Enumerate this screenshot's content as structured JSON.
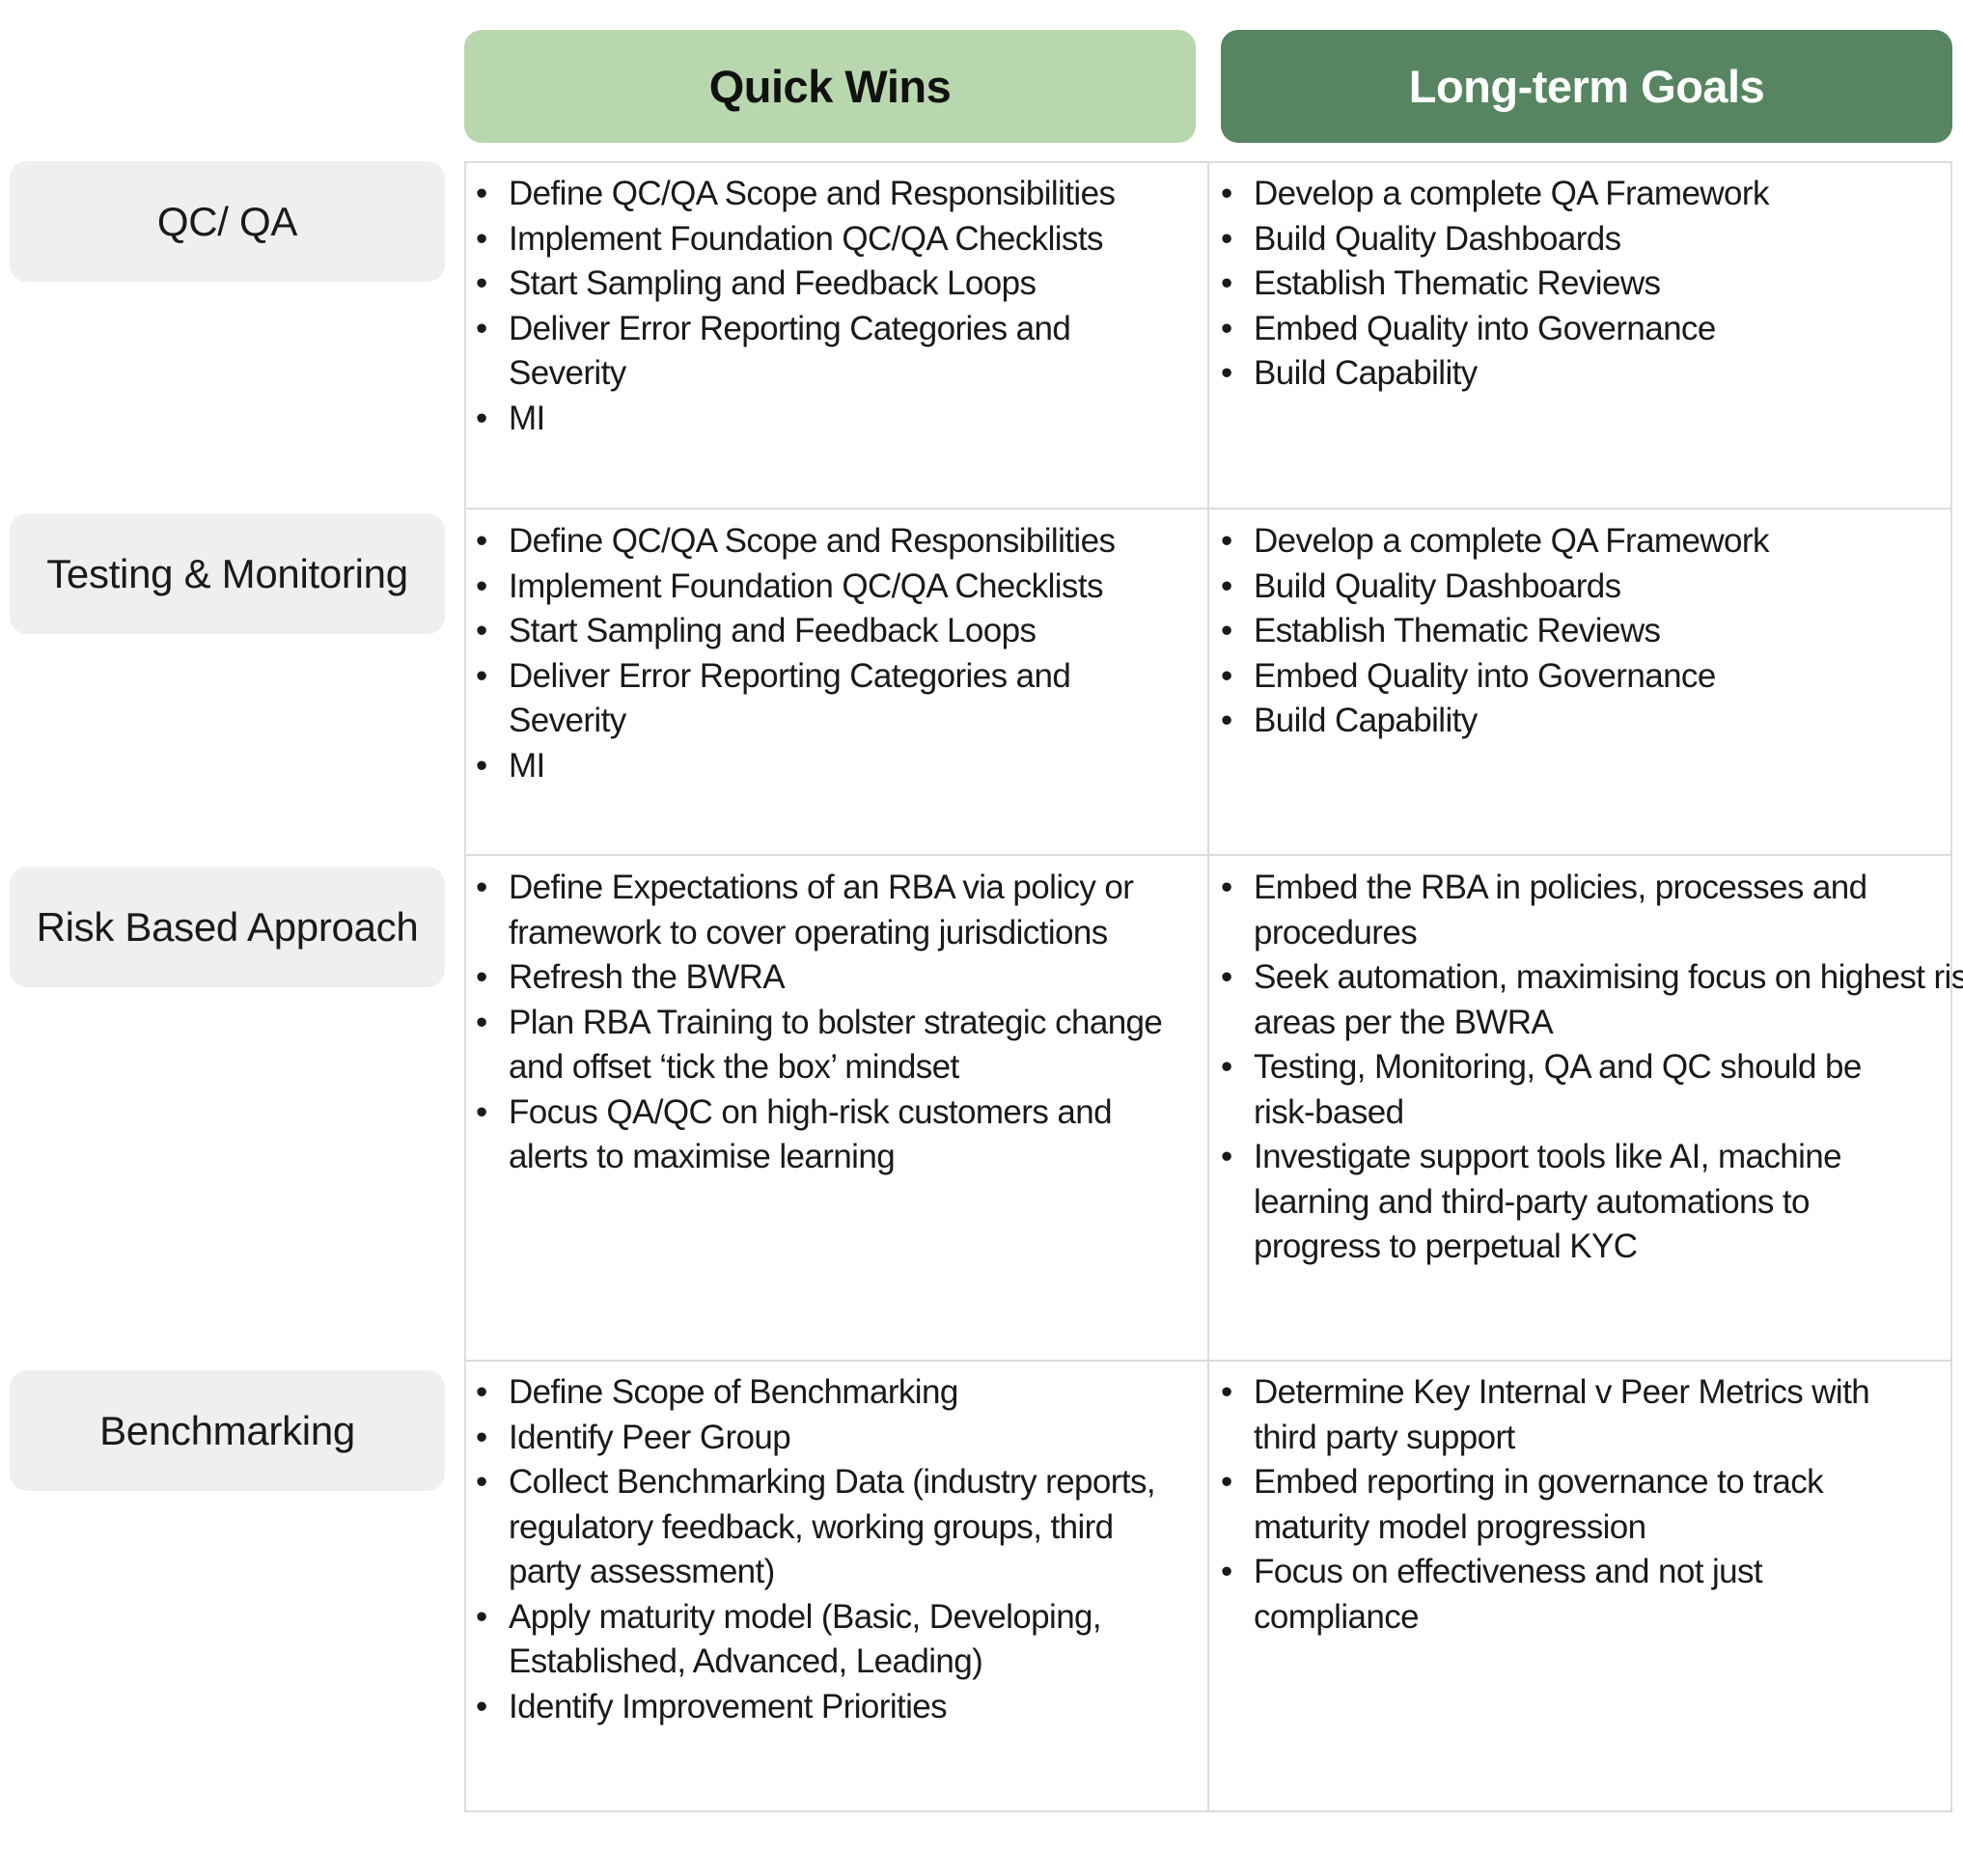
{
  "headers": {
    "quick_wins": "Quick Wins",
    "long_term": "Long-term Goals"
  },
  "rows": [
    {
      "label": "QC/ QA",
      "quick_wins": [
        "Define QC/QA Scope and Responsibilities",
        "Implement Foundation QC/QA Checklists",
        "Start Sampling and Feedback Loops",
        "Deliver Error Reporting Categories and Severity",
        "MI"
      ],
      "long_term": [
        "Develop a complete QA Framework",
        "Build Quality Dashboards",
        "Establish Thematic Reviews",
        "Embed Quality into Governance",
        "Build Capability"
      ]
    },
    {
      "label": "Testing & Monitoring",
      "quick_wins": [
        "Define QC/QA Scope and Responsibilities",
        "Implement Foundation QC/QA Checklists",
        "Start Sampling and Feedback Loops",
        "Deliver Error Reporting Categories and Severity",
        "MI"
      ],
      "long_term": [
        "Develop a complete QA Framework",
        "Build Quality Dashboards",
        "Establish Thematic Reviews",
        "Embed Quality into Governance",
        "Build Capability"
      ]
    },
    {
      "label": "Risk Based Approach",
      "quick_wins": [
        "Define Expectations of an RBA via policy or framework to cover operating jurisdictions",
        "Refresh the BWRA",
        "Plan RBA Training to bolster strategic change and offset ‘tick the box’ mindset",
        "Focus QA/QC on high-risk customers and alerts to maximise learning"
      ],
      "long_term": [
        "Embed the RBA in policies, processes and procedures",
        "Seek automation, maximising focus on highest risk areas per the BWRA",
        "Testing, Monitoring, QA and QC should be risk-based",
        "Investigate support tools like AI, machine learning and third-party automations to progress to perpetual KYC"
      ]
    },
    {
      "label": "Benchmarking",
      "quick_wins": [
        "Define Scope of Benchmarking",
        "Identify Peer Group",
        "Collect Benchmarking Data (industry reports, regulatory feedback, working groups, third party assessment)",
        "Apply maturity model (Basic, Developing, Established, Advanced, Leading)",
        "Identify Improvement Priorities"
      ],
      "long_term": [
        "Determine Key Internal v Peer Metrics with third party support",
        "Embed reporting in governance to track maturity model progression",
        "Focus on effectiveness and not just compliance"
      ]
    }
  ]
}
